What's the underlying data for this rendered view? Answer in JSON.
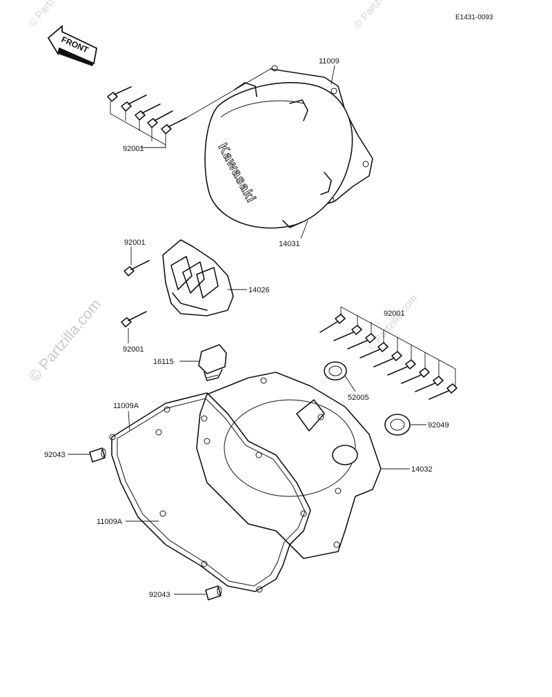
{
  "diagram": {
    "code": "E1431-0093",
    "brand": "Kawasaki",
    "front_label": "FRONT",
    "watermark": "© Partzilla.com",
    "watermark_small": "© Partzilla",
    "watermark_small_2": "© Partzilla",
    "watermark_mid": "© Partzilla.com",
    "callouts": {
      "c11009": "11009",
      "c92001_top": "92001",
      "c14031": "14031",
      "c92001_mid": "92001",
      "c14026": "14026",
      "c92001_low": "92001",
      "c92001_right": "92001",
      "c16115": "16115",
      "c52005": "52005",
      "c11009a_top": "11009A",
      "c92049": "92049",
      "c92043_top": "92043",
      "c14032": "14032",
      "c11009a_low": "11009A",
      "c92043_low": "92043"
    }
  }
}
